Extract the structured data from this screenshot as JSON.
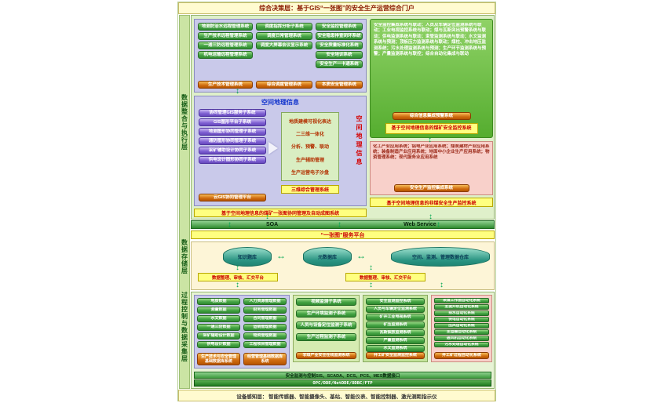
{
  "colors": {
    "button_green": "#3f9e3f",
    "button_orange": "#cf6a10",
    "button_purple": "#7e60d2",
    "bar_yellow": "#ffff80",
    "panel_lavender": "#c9c9ea",
    "panel_green": "#6cc13d",
    "panel_pink": "#f8d0ca",
    "cylinder_teal": "#2a9482",
    "arrow_green": "#00a651"
  },
  "banners": {
    "top": "综合决策层：基于GIS“一张图”的安全生产运营综合门户",
    "bottom": "设备感知层：  智能传感器、智能摄像头、基站、智能仪表、智能控制器、激光测距指示仪"
  },
  "layer_labels": {
    "integration": "数据整合与执行层",
    "storage": "数据存储层",
    "process": "过程控制与数据采集层"
  },
  "integration": {
    "remote": {
      "items": [
        "地测防治水远程管理系统",
        "生产技术远程管理系统",
        "一通三防远程管理系统",
        "机电运输远程管理系统"
      ],
      "footer": "生产技术管理系统"
    },
    "dispatch": {
      "items": [
        "调度指挥分析子系统",
        "调度日常管理系统",
        "调度大屏幕会议显示系统"
      ],
      "footer": "综合调度管理系统"
    },
    "safety": {
      "items": [
        "安全监控管理系统",
        "安全隐患排查闭环系统",
        "安全质量标准化系统",
        "安全培训系统",
        "安全生产一卡通系统"
      ],
      "footer": "本质安全管理系统"
    },
    "monitor": {
      "text": "安全监控集成系统与联动；人员及车辆定位监测系统与联动；工业电视监控系统与联动；煤与瓦斯突出预警系统与联动；供电监测系统与联动；束管监测系统与联动；水文监测系统与预测；顶板压力监测系统与联动；煤柱、冲击地压监测系统；污水处理监测系统与预测；生产环节监测系统与预警；产量监测系统与联控；综合自动化集成与联动",
      "button": "综合信息集成预警系统",
      "footer": "基于空间地理信息的煤矿安全监控系统"
    },
    "gis": {
      "title": "空间地理信息",
      "left_items": [
        "协同管理GIS服务子系统",
        "GIS图形平台子系统",
        "地测图形协同管理子系统",
        "通防图形协同管理子系统",
        "采矿辅助设计协同子系统",
        "供电设计图形协同子系统"
      ],
      "left_footer": "云GIS协同管理平台",
      "center_items": [
        "地质建模可视化表达",
        "二三维一体化",
        "分析、预警、联动",
        "生产辅助管理",
        "生产运营电子沙盘"
      ],
      "center_footer": "三维综合管理系统",
      "side_label": "空间地理信息",
      "footer": "基于空间地理信息的煤矿一张图协同管理及自动成图系统"
    },
    "industry": {
      "text": "化工产业应用系统；铝电产业应用系统；煤炭建材产业应用系统；装备制造产业应用系统；地面中小企业生产应用系统；物资管理系统；现代服务业应用系统",
      "button": "安全生产监控集成系统",
      "footer": "基于空间地理信息的非煤安全生产监控系统"
    }
  },
  "service": {
    "soa": "SOA",
    "web_service": "Web Service",
    "platform": "“一张图”服务平台"
  },
  "storage": {
    "databases": [
      "知识题库",
      "元数据库",
      "空间、监测、管理数据仓库"
    ],
    "platforms": [
      "数据整理、审核、汇交平台",
      "数据整理、审核、汇交平台"
    ]
  },
  "process": {
    "tech_base": {
      "items": [
        "地质数据",
        "测量数据",
        "水文数据",
        "一通三防数据",
        "采矿辅助设计数据",
        "供电设计数据"
      ],
      "footer": "生产技术与安全管理基础数据库系统"
    },
    "business_base": {
      "items": [
        "人力资源管理数据",
        "财务管理数据",
        "合同管理数据",
        "运销管理数据",
        "物资管理数据",
        "工程项目管理数据"
      ],
      "footer": "经营管理基础数据库系统"
    },
    "noncoal": {
      "items": [
        "视频监测子系统",
        "生产环境监测子系统",
        "人员与设备定位监测子系统",
        "生产过程监测子系统"
      ],
      "footer": "非煤产业安全在线监测系统"
    },
    "underground_monitor": {
      "items": [
        "安全监测监控系统",
        "人员与车辆定位监测系统",
        "矿井工业电视系统",
        "矿压监测系统",
        "瓦斯抽放监测系统",
        "产量监测系统",
        "水文监测系统"
      ],
      "footer": "井工矿安全监测监控系统"
    },
    "automation": {
      "items": [
        "采煤工作面自动化系统",
        "主提升机自动化系统",
        "排水自动化系统",
        "供电自动化系统",
        "压风自动化系统",
        "主运输自动化系统",
        "通风机自动化系统",
        "污水处理自动化系统"
      ],
      "footer": "井工矿过程自动化系统"
    },
    "interface_bar": "安全监测与控制SIS、SCADA、DCS、PCS、MES数据接口",
    "protocol_bar": "OPC/DDE/NetDDE/ODBC/FTP"
  }
}
